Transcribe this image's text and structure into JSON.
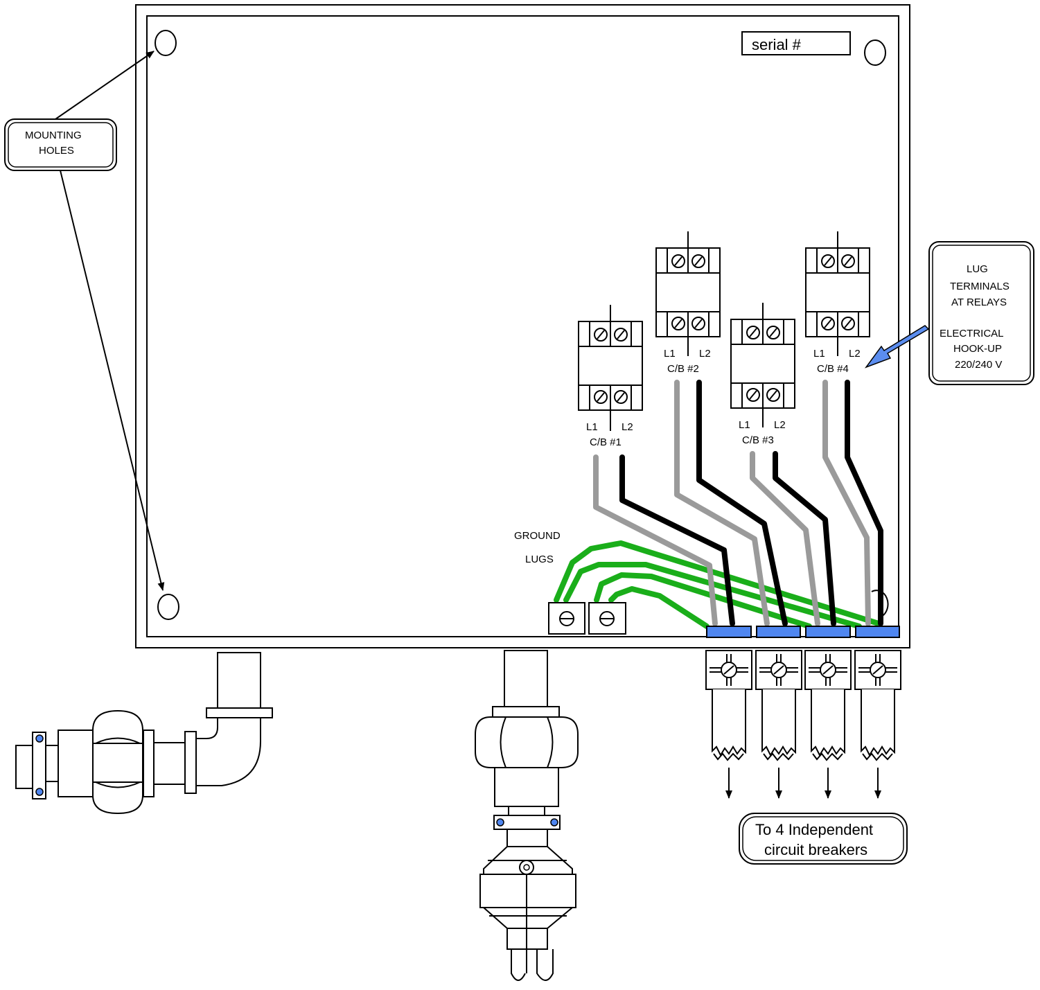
{
  "colors": {
    "ground_wire": "#1aae1a",
    "line1_wire": "#9a9a9a",
    "line2_wire": "#000000",
    "terminal_block": "#4f86f0",
    "callout_arrow": "#5b8def"
  },
  "labels": {
    "serial": "serial #",
    "mounting_holes_line1": "MOUNTING",
    "mounting_holes_line2": "HOLES",
    "lug_line1": "LUG",
    "lug_line2": "TERMINALS",
    "lug_line3": "AT  RELAYS",
    "lug_line4": "ELECTRICAL",
    "lug_line5": "HOOK-UP",
    "lug_line6": "220/240  V",
    "ground_line1": "GROUND",
    "ground_line2": "LUGS",
    "breakers_line1": "To 4 Independent",
    "breakers_line2": "circuit breakers"
  },
  "relays": [
    {
      "l1": "L1",
      "l2": "L2",
      "name": "C/B #1"
    },
    {
      "l1": "L1",
      "l2": "L2",
      "name": "C/B #2"
    },
    {
      "l1": "L1",
      "l2": "L2",
      "name": "C/B #3"
    },
    {
      "l1": "L1",
      "l2": "L2",
      "name": "C/B #4"
    }
  ]
}
